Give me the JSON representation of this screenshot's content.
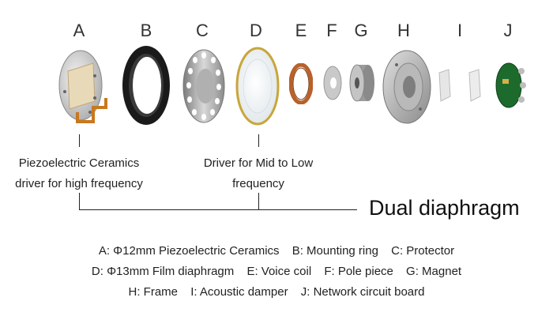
{
  "letters": [
    "A",
    "B",
    "C",
    "D",
    "E",
    "F",
    "G",
    "H",
    "I",
    "J"
  ],
  "callouts": {
    "left_line1": "Piezoelectric Ceramics",
    "left_line2": "driver for high frequency",
    "mid_line1": "Driver for Mid to Low",
    "mid_line2": "frequency",
    "group": "Dual diaphragm"
  },
  "legend": {
    "row1": [
      "A: Φ12mm Piezoelectric Ceramics",
      "B: Mounting ring",
      "C: Protector"
    ],
    "row2": [
      "D: Φ13mm Film diaphragm",
      "E: Voice coil",
      "F: Pole piece",
      "G: Magnet"
    ],
    "row3": [
      "H: Frame",
      "I: Acoustic damper",
      "J: Network circuit board"
    ]
  }
}
